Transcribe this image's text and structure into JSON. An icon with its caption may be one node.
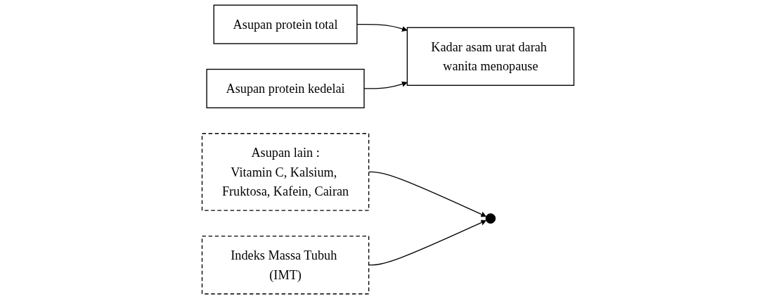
{
  "diagram": {
    "nodes": [
      {
        "text": [
          "Asupan protein total"
        ]
      },
      {
        "text": [
          "Asupan protein kedelai"
        ]
      },
      {
        "text": [
          "Asupan lain :",
          "Vitamin C, Kalsium, Fruktosa, Kafein, Cairan"
        ]
      },
      {
        "text": [
          "Indeks Massa Tubuh (IMT)"
        ]
      },
      {
        "text": [
          "Kadar asam urat darah wanita menopause"
        ]
      }
    ],
    "edges": [
      {
        "from": 0,
        "to": 4,
        "arrow": "to"
      },
      {
        "from": 1,
        "to": 4,
        "arrow": "to"
      },
      {
        "from": 2,
        "to": null,
        "arrow": "to"
      },
      {
        "from": 3,
        "to": null,
        "arrow": "to"
      }
    ]
  }
}
